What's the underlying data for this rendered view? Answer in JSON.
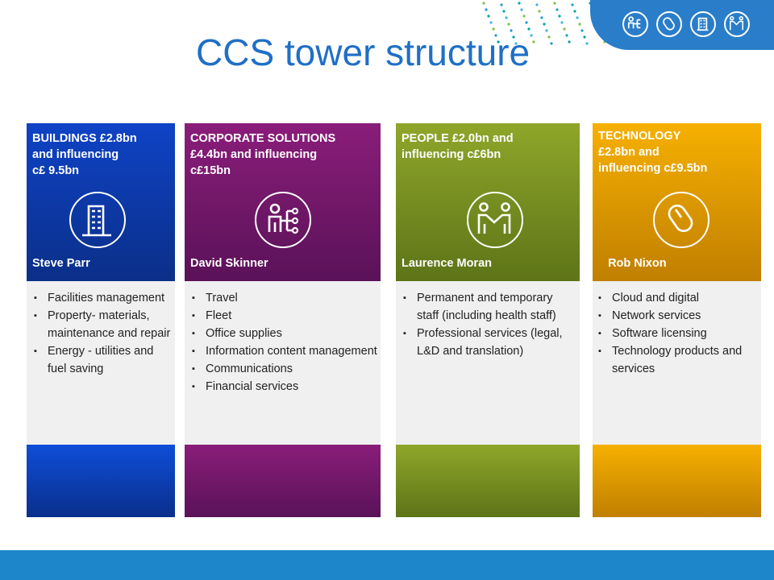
{
  "title": "CCS tower structure",
  "towers": [
    {
      "heading": "BUILDINGS £2.8bn\nand influencing\nc£ 9.5bn",
      "lead": "Steve Parr",
      "icon": "building-icon",
      "colors": {
        "top_from": "#0f43c6",
        "top_to": "#0b2f88",
        "bottom_from": "#0e4ed8",
        "bottom_to": "#0a2f8c"
      },
      "items": [
        "Facilities management",
        "Property- materials, maintenance and repair",
        "Energy - utilities and fuel saving"
      ]
    },
    {
      "heading": "CORPORATE SOLUTIONS\n £4.4bn and influencing\nc£15bn",
      "lead": "David Skinner",
      "icon": "org-chart-icon",
      "colors": {
        "top_from": "#8a1d7a",
        "top_to": "#5a1258",
        "bottom_from": "#8a1d7a",
        "bottom_to": "#5a1258"
      },
      "items": [
        "Travel",
        "Fleet",
        "Office supplies",
        "Information content management",
        "Communications",
        "Financial services"
      ]
    },
    {
      "heading": "PEOPLE £2.0bn and\ninfluencing c£6bn",
      "lead": "Laurence Moran",
      "icon": "handshake-icon",
      "colors": {
        "top_from": "#8fa62a",
        "top_to": "#5d7418",
        "bottom_from": "#8fa62a",
        "bottom_to": "#5d7418"
      },
      "items": [
        "Permanent and temporary staff (including health staff)",
        "Professional services (legal, L&D and translation)"
      ]
    },
    {
      "heading": "   TECHNOLOGY\n   £2.8bn and\n   influencing c£9.5bn",
      "lead": "   Rob Nixon",
      "icon": "mouse-icon",
      "colors": {
        "top_from": "#f6b000",
        "top_to": "#c07f00",
        "bottom_from": "#f6b000",
        "bottom_to": "#c07f00"
      },
      "items": [
        "Cloud and digital",
        "Network services",
        "Software licensing",
        "Technology products and services"
      ]
    }
  ],
  "header_icons": [
    "org-chart-icon",
    "mouse-icon",
    "building-icon",
    "handshake-icon"
  ]
}
